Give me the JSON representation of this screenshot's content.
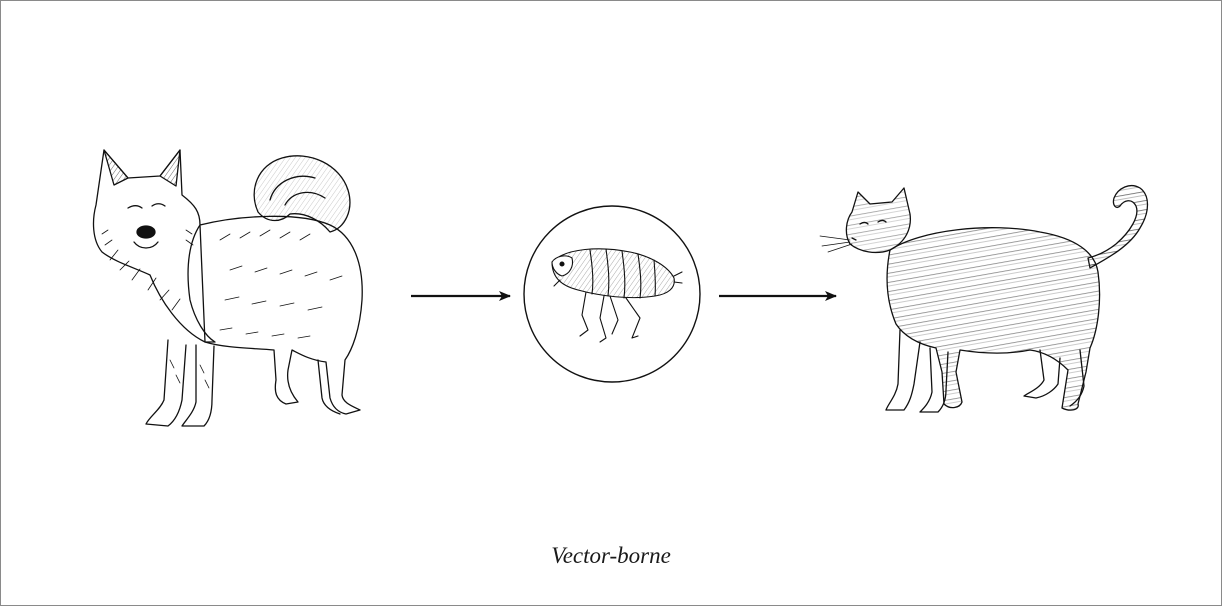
{
  "diagram": {
    "caption": "Vector-borne",
    "nodes": [
      {
        "id": "source",
        "label": "dog",
        "icon": "dog-illustration"
      },
      {
        "id": "vector",
        "label": "flea",
        "icon": "flea-illustration"
      },
      {
        "id": "target",
        "label": "cat",
        "icon": "cat-illustration"
      }
    ],
    "edges": [
      {
        "from": "source",
        "to": "vector"
      },
      {
        "from": "vector",
        "to": "target"
      }
    ],
    "colors": {
      "ink": "#111111",
      "border": "#8a8a8a",
      "background": "#ffffff"
    }
  }
}
